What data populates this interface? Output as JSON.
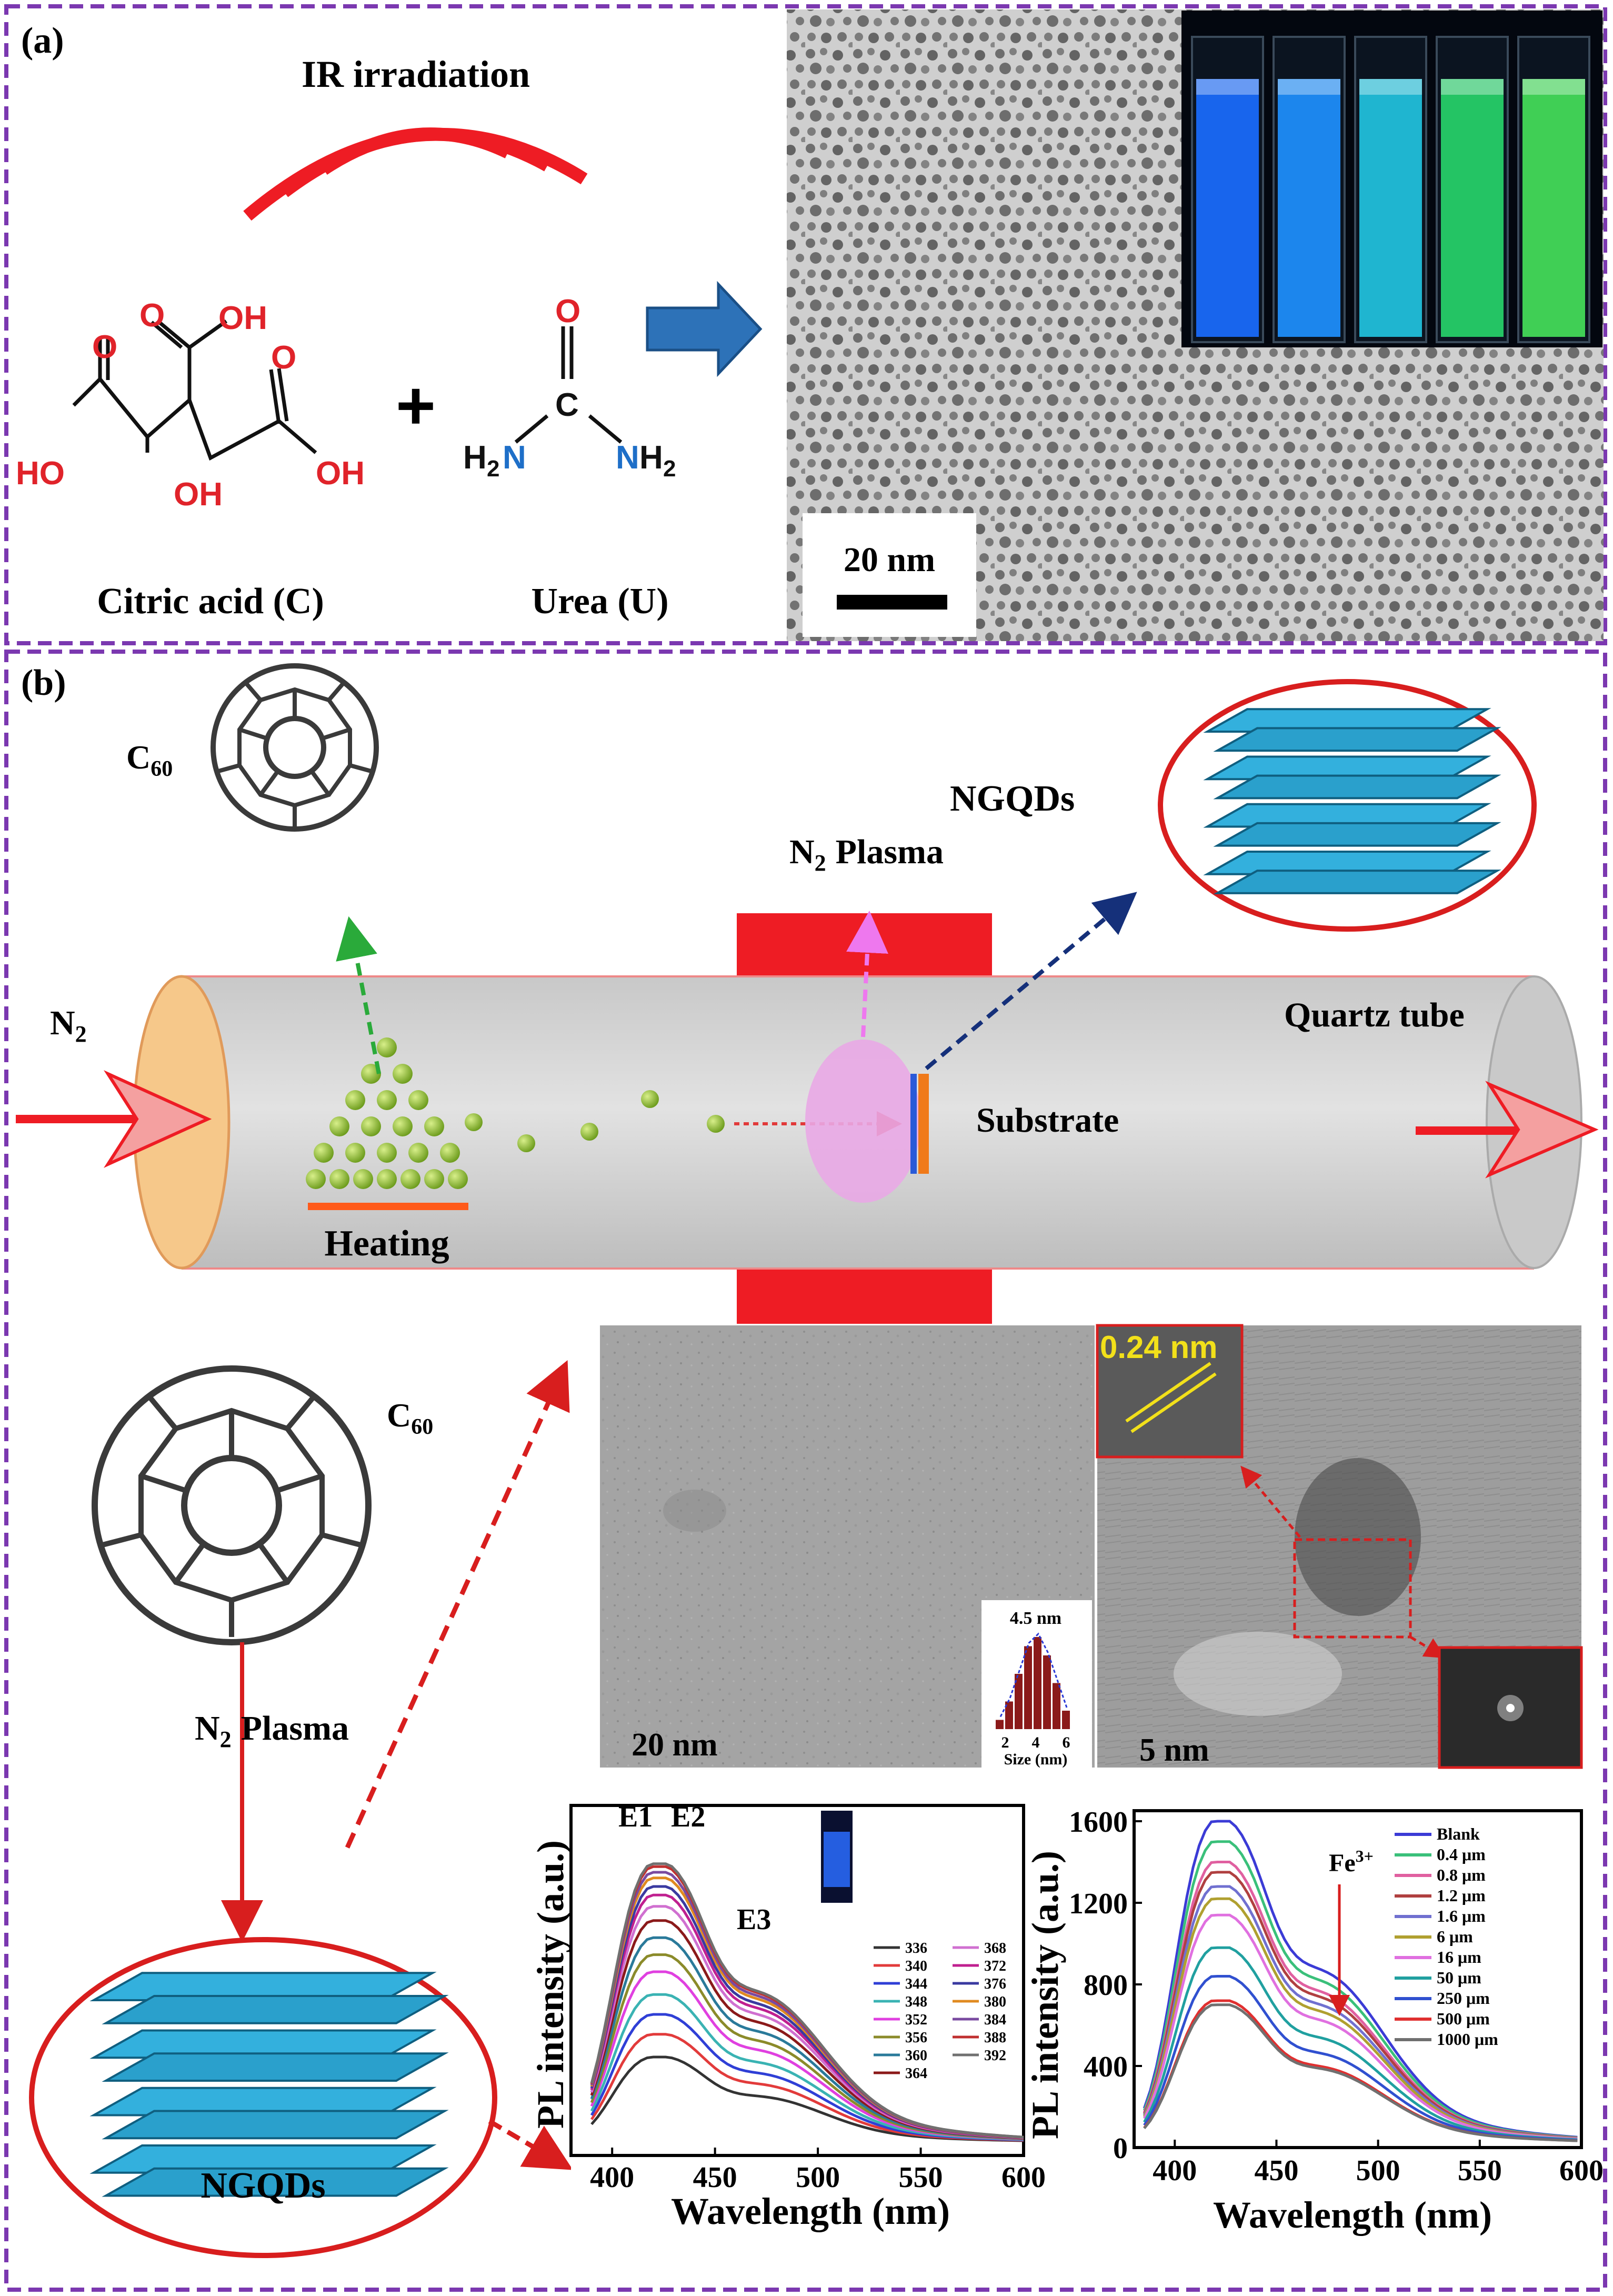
{
  "panel_a": {
    "label": "(a)",
    "ir_label": "IR irradiation",
    "plus": "+",
    "citric_label": "Citric acid (C)",
    "urea_label": "Urea (U)",
    "scale_bar": "20 nm",
    "atoms": {
      "O": "O",
      "OH": "OH",
      "HO": "HO",
      "C": "C",
      "N": "N",
      "H": "H",
      "sub2": "2"
    },
    "vial_colors": [
      "#1a6cff",
      "#1e90ff",
      "#22c3e0",
      "#27d46a",
      "#45e05a"
    ]
  },
  "panel_b": {
    "label": "(b)",
    "c60": "C",
    "c60_sub": "60",
    "ngqds": "NGQDs",
    "n2": "N",
    "n2_sub": "2",
    "plasma": "Plasma",
    "quartz": "Quartz tube",
    "substrate": "Substrate",
    "heating": "Heating",
    "tem1_scale": "20 nm",
    "tem2_scale": "5 nm",
    "lattice": "0.24 nm",
    "hist_title": "4.5 nm",
    "hist_xticks": [
      "2",
      "4",
      "6"
    ],
    "hist_xlabel": "Size (nm)",
    "hist_values": [
      1,
      3,
      6,
      9,
      10,
      8,
      5,
      2
    ]
  },
  "chart_data": [
    {
      "type": "line",
      "xlabel": "Wavelength (nm)",
      "ylabel": "PL intensity (a.u.)",
      "xlim": [
        380,
        600
      ],
      "xticks": [
        "400",
        "450",
        "500",
        "550",
        "600"
      ],
      "peak_labels": [
        "E1",
        "E2",
        "E3"
      ],
      "legend_col1": [
        "336",
        "340",
        "344",
        "348",
        "352",
        "356",
        "360",
        "364"
      ],
      "legend_col2": [
        "368",
        "372",
        "376",
        "380",
        "384",
        "388",
        "392"
      ],
      "series_colors": [
        "#333333",
        "#e23b3b",
        "#2f3fd6",
        "#3ab3b3",
        "#e040e0",
        "#8b8b2a",
        "#2a7a9a",
        "#8b1a1a",
        "#d070d0",
        "#c02090",
        "#3a3aa0",
        "#e08a20",
        "#7a4aa0",
        "#c03030",
        "#707070"
      ],
      "series_amplitudes": [
        0.3,
        0.38,
        0.45,
        0.52,
        0.6,
        0.66,
        0.72,
        0.78,
        0.83,
        0.87,
        0.9,
        0.93,
        0.95,
        0.97,
        0.98
      ]
    },
    {
      "type": "line",
      "xlabel": "Wavelength (nm)",
      "ylabel": "PL intensity (a.u.)",
      "xlim": [
        380,
        600
      ],
      "ylim": [
        0,
        1600
      ],
      "xticks": [
        "400",
        "450",
        "500",
        "550",
        "600"
      ],
      "yticks": [
        "0",
        "400",
        "800",
        "1200",
        "1600"
      ],
      "annotation": "Fe",
      "annotation_sup": "3+",
      "series": [
        {
          "name": "Blank",
          "peak": 1580,
          "color": "#3b3bd6"
        },
        {
          "name": "0.4 μm",
          "peak": 1480,
          "color": "#3ac07a"
        },
        {
          "name": "0.8 μm",
          "peak": 1380,
          "color": "#e060a0"
        },
        {
          "name": "1.2 μm",
          "peak": 1330,
          "color": "#b04040"
        },
        {
          "name": "1.6 μm",
          "peak": 1260,
          "color": "#7070d0"
        },
        {
          "name": "6 μm",
          "peak": 1200,
          "color": "#b0a030"
        },
        {
          "name": "16 μm",
          "peak": 1120,
          "color": "#e070e0"
        },
        {
          "name": "50 μm",
          "peak": 960,
          "color": "#20a0a0"
        },
        {
          "name": "250 μm",
          "peak": 820,
          "color": "#3050d0"
        },
        {
          "name": "500 μm",
          "peak": 700,
          "color": "#e03030"
        },
        {
          "name": "1000 μm",
          "peak": 680,
          "color": "#707070"
        }
      ]
    }
  ]
}
